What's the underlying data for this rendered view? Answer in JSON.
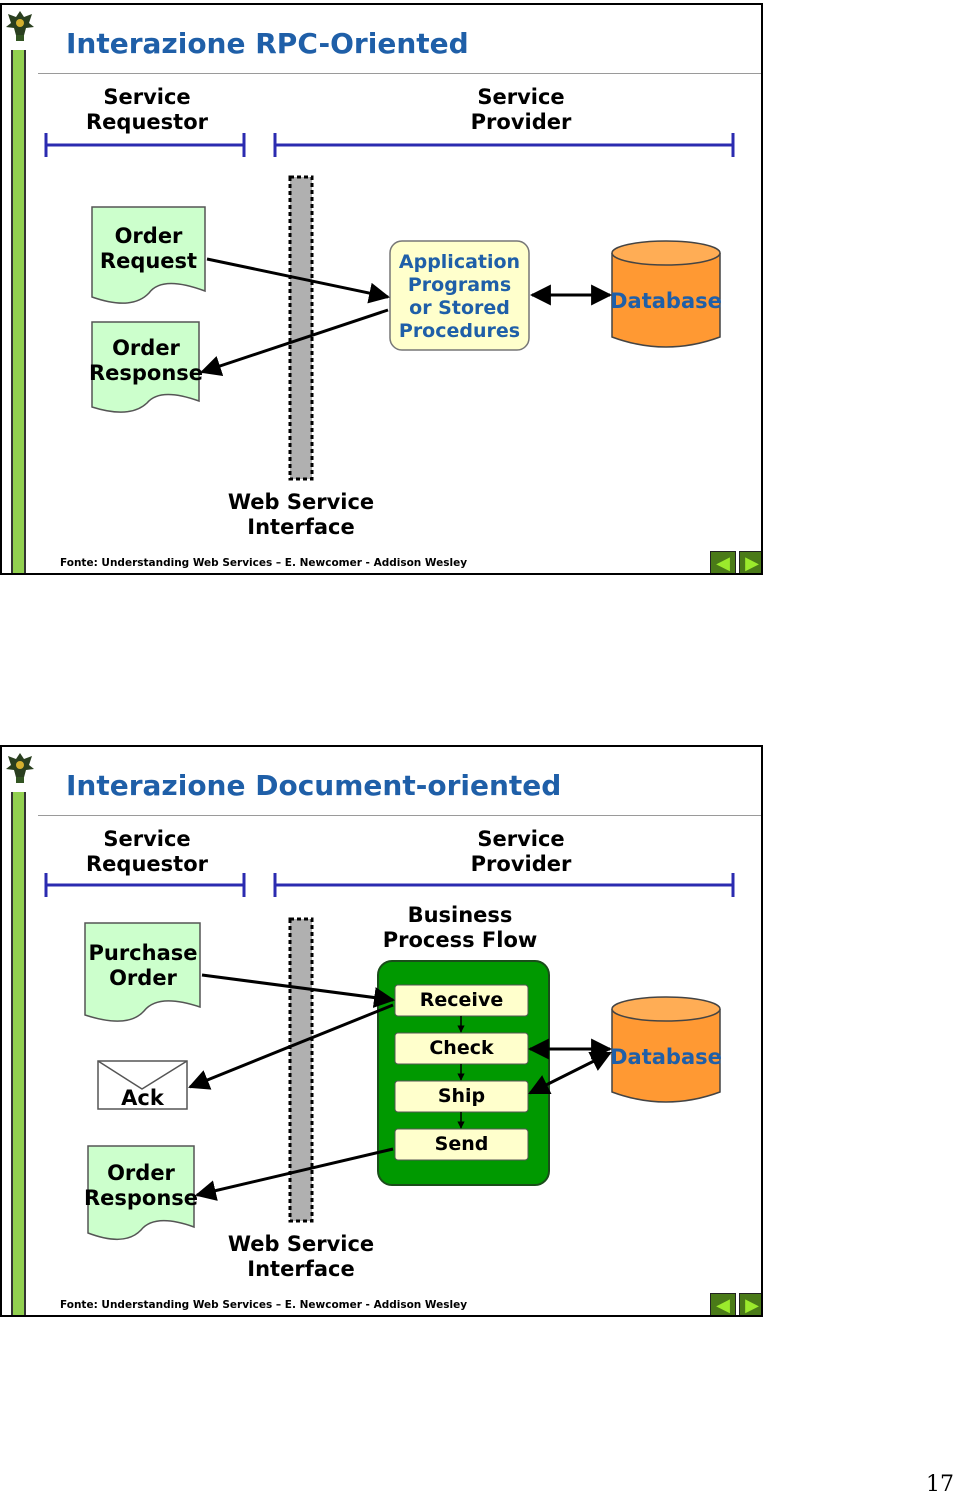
{
  "slide1": {
    "title": "Interazione RPC-Oriented",
    "requestor": "Service\nRequestor",
    "provider": "Service\nProvider",
    "order_request": "Order\nRequest",
    "order_response": "Order\nResponse",
    "app_programs": "Application\nPrograms\nor Stored\nProcedures",
    "database": "Database",
    "ws_interface": "Web Service\nInterface",
    "footer": "Fonte:  Understanding Web Services – E. Newcomer - Addison Wesley"
  },
  "slide2": {
    "title": "Interazione Document-oriented",
    "requestor": "Service\nRequestor",
    "provider": "Service\nProvider",
    "business_flow": "Business\nProcess Flow",
    "purchase_order": "Purchase\nOrder",
    "ack": "Ack",
    "order_response": "Order\nResponse",
    "steps": [
      "Receive",
      "Check",
      "Ship",
      "Send"
    ],
    "database": "Database",
    "ws_interface": "Web Service\nInterface",
    "footer": "Fonte:  Understanding Web Services – E. Newcomer - Addison Wesley"
  },
  "nav": {
    "prev_icon": "triangle-left-icon",
    "next_icon": "triangle-right-icon"
  },
  "page_number": "17",
  "colors": {
    "title": "#1f5fa8",
    "document": "#ccffcc",
    "database": "#ff9933",
    "app_box": "#ffffcc",
    "flow": "#009900",
    "sidebar": "#92d050",
    "bracket": "#2b2bb0"
  }
}
